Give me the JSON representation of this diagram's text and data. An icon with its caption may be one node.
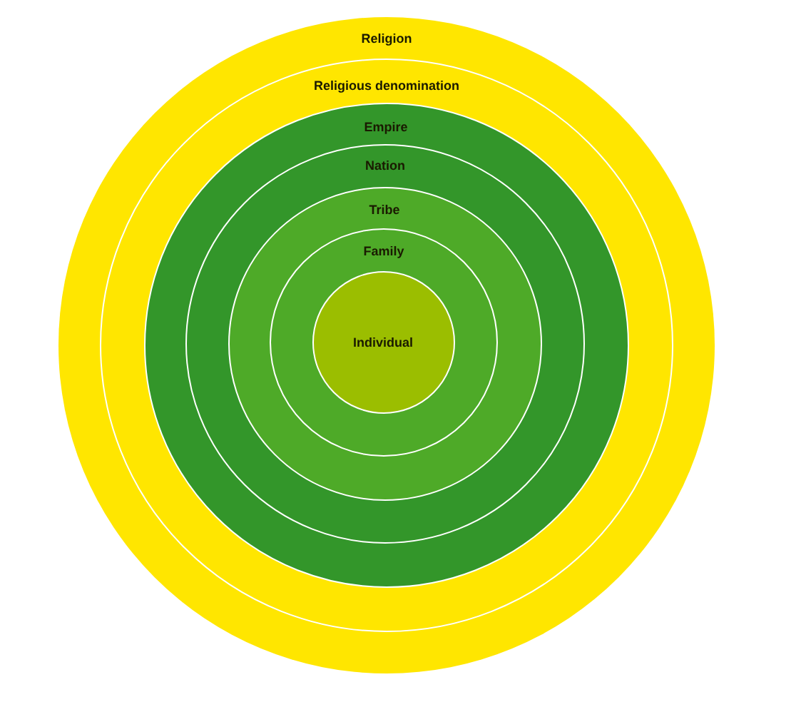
{
  "diagram": {
    "nodes": [
      {
        "text": [
          "Religion"
        ]
      },
      {
        "text": [
          "Religious denomination"
        ],
        "in": 0
      },
      {
        "text": [
          "Empire"
        ],
        "in": 1
      },
      {
        "text": [
          "Nation"
        ],
        "in": 2
      },
      {
        "text": [
          "Tribe"
        ],
        "in": 3
      },
      {
        "text": [
          "Family"
        ],
        "in": 4
      },
      {
        "text": [
          "Individual"
        ],
        "in": 5
      }
    ]
  }
}
